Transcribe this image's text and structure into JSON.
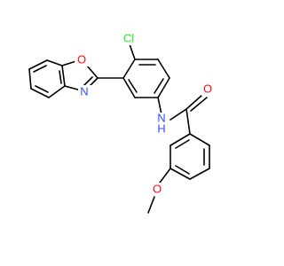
{
  "molecule": {
    "atoms": {
      "oxazole_o": {
        "text": "O",
        "color": "#ff0d0d"
      },
      "oxazole_n": {
        "text": "N",
        "color": "#3050f8"
      },
      "chloro": {
        "text": "Cl",
        "color": "#1ff01f"
      },
      "amide_n": {
        "text": "N",
        "color": "#3050f8"
      },
      "amide_h": {
        "text": "H",
        "color": "#3050f8"
      },
      "carbonyl_o": {
        "text": "O",
        "color": "#ff0d0d"
      },
      "methoxy_o": {
        "text": "O",
        "color": "#ff0d0d"
      }
    }
  }
}
